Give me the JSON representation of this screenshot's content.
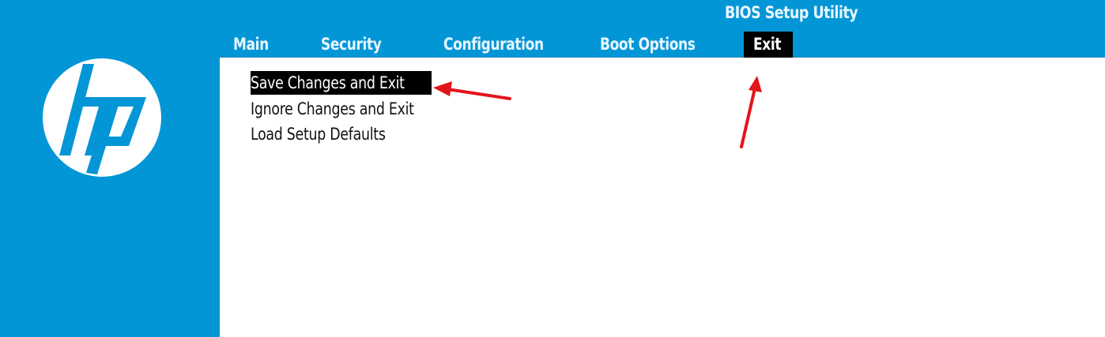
{
  "window": {
    "title": "BIOS Setup Utility"
  },
  "brand": {
    "logo": "hp-logo-icon",
    "logo_text": "hp"
  },
  "tabs": [
    {
      "label": "Main",
      "active": false
    },
    {
      "label": "Security",
      "active": false
    },
    {
      "label": "Configuration",
      "active": false
    },
    {
      "label": "Boot Options",
      "active": false
    },
    {
      "label": "Exit",
      "active": true
    }
  ],
  "exit_menu": {
    "items": [
      {
        "label": "Save Changes and Exit",
        "selected": true
      },
      {
        "label": "Ignore Changes and Exit",
        "selected": false
      },
      {
        "label": "Load Setup Defaults",
        "selected": false
      }
    ]
  },
  "annotations": [
    {
      "type": "red-arrow",
      "points_to": "Save Changes and Exit"
    },
    {
      "type": "red-arrow",
      "points_to": "Exit"
    }
  ],
  "colors": {
    "brand_blue": "#0396d6",
    "selection_bg": "#000000",
    "text_light": "#e8f7ff",
    "content_bg": "#ffffff",
    "arrow_red": "#e3141b"
  }
}
